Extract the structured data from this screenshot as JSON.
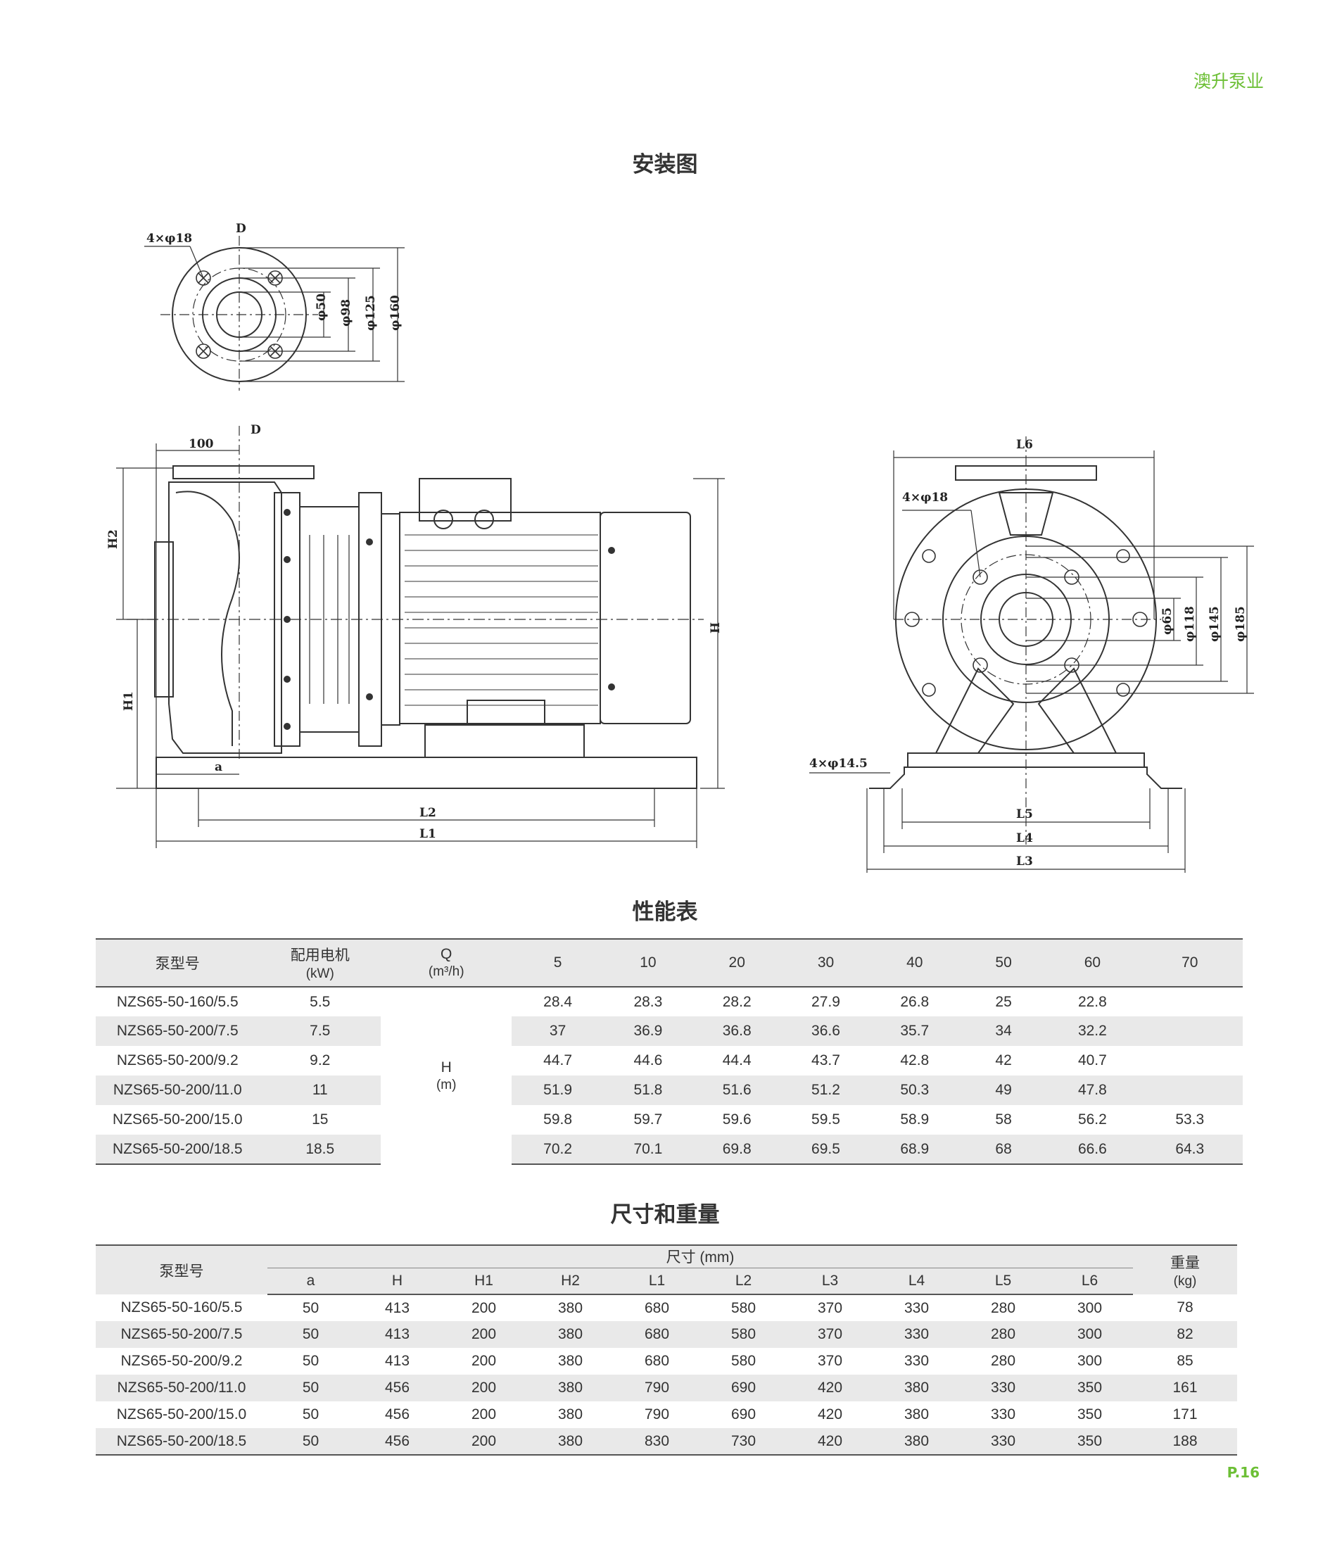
{
  "brand": "澳升泵业",
  "page_number": "P.16",
  "sections": {
    "installation": "安装图",
    "performance": "性能表",
    "dimensions": "尺寸和重量"
  },
  "drawing_labels": {
    "bolt_holes_inlet": "4×φ18",
    "d_mark": "D",
    "dia_50": "φ50",
    "dia_98": "φ98",
    "dia_125": "φ125",
    "dia_160": "φ160",
    "dim_100": "100",
    "h": "H",
    "h1": "H1",
    "h2": "H2",
    "a": "a",
    "l1": "L1",
    "l2": "L2",
    "l3": "L3",
    "l4": "L4",
    "l5": "L5",
    "l6": "L6",
    "bolt_holes_outlet": "4×φ18",
    "base_holes": "4×φ14.5",
    "dia_65": "φ65",
    "dia_118": "φ118",
    "dia_145": "φ145",
    "dia_185": "φ185"
  },
  "performance_table": {
    "model_header": "泵型号",
    "motor_header_line1": "配用电机",
    "motor_header_line2": "(kW)",
    "q_header_line1": "Q",
    "q_header_line2": "(m³/h)",
    "h_label_line1": "H",
    "h_label_line2": "(m)",
    "flows": [
      "5",
      "10",
      "20",
      "30",
      "40",
      "50",
      "60",
      "70"
    ],
    "rows": [
      {
        "model": "NZS65-50-160/5.5",
        "motor": "5.5",
        "heads": [
          "28.4",
          "28.3",
          "28.2",
          "27.9",
          "26.8",
          "25",
          "22.8",
          ""
        ]
      },
      {
        "model": "NZS65-50-200/7.5",
        "motor": "7.5",
        "heads": [
          "37",
          "36.9",
          "36.8",
          "36.6",
          "35.7",
          "34",
          "32.2",
          ""
        ]
      },
      {
        "model": "NZS65-50-200/9.2",
        "motor": "9.2",
        "heads": [
          "44.7",
          "44.6",
          "44.4",
          "43.7",
          "42.8",
          "42",
          "40.7",
          ""
        ]
      },
      {
        "model": "NZS65-50-200/11.0",
        "motor": "11",
        "heads": [
          "51.9",
          "51.8",
          "51.6",
          "51.2",
          "50.3",
          "49",
          "47.8",
          ""
        ]
      },
      {
        "model": "NZS65-50-200/15.0",
        "motor": "15",
        "heads": [
          "59.8",
          "59.7",
          "59.6",
          "59.5",
          "58.9",
          "58",
          "56.2",
          "53.3"
        ]
      },
      {
        "model": "NZS65-50-200/18.5",
        "motor": "18.5",
        "heads": [
          "70.2",
          "70.1",
          "69.8",
          "69.5",
          "68.9",
          "68",
          "66.6",
          "64.3"
        ]
      }
    ]
  },
  "dimension_table": {
    "model_header": "泵型号",
    "size_header": "尺寸 (mm)",
    "weight_header_line1": "重量",
    "weight_header_line2": "(kg)",
    "columns": [
      "a",
      "H",
      "H1",
      "H2",
      "L1",
      "L2",
      "L3",
      "L4",
      "L5",
      "L6"
    ],
    "rows": [
      {
        "model": "NZS65-50-160/5.5",
        "values": [
          "50",
          "413",
          "200",
          "380",
          "680",
          "580",
          "370",
          "330",
          "280",
          "300"
        ],
        "weight": "78"
      },
      {
        "model": "NZS65-50-200/7.5",
        "values": [
          "50",
          "413",
          "200",
          "380",
          "680",
          "580",
          "370",
          "330",
          "280",
          "300"
        ],
        "weight": "82"
      },
      {
        "model": "NZS65-50-200/9.2",
        "values": [
          "50",
          "413",
          "200",
          "380",
          "680",
          "580",
          "370",
          "330",
          "280",
          "300"
        ],
        "weight": "85"
      },
      {
        "model": "NZS65-50-200/11.0",
        "values": [
          "50",
          "456",
          "200",
          "380",
          "790",
          "690",
          "420",
          "380",
          "330",
          "350"
        ],
        "weight": "161"
      },
      {
        "model": "NZS65-50-200/15.0",
        "values": [
          "50",
          "456",
          "200",
          "380",
          "790",
          "690",
          "420",
          "380",
          "330",
          "350"
        ],
        "weight": "171"
      },
      {
        "model": "NZS65-50-200/18.5",
        "values": [
          "50",
          "456",
          "200",
          "380",
          "830",
          "730",
          "420",
          "380",
          "330",
          "350"
        ],
        "weight": "188"
      }
    ]
  }
}
